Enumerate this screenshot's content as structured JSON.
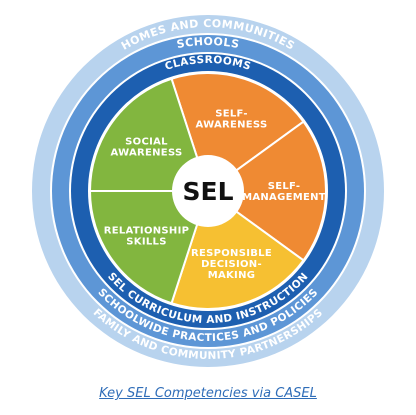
{
  "rings": {
    "homes": "HOMES AND COMMUNITIES",
    "schools": "SCHOOLS",
    "classrooms": "CLASSROOMS",
    "curriculum": "SEL CURRICULUM AND INSTRUCTION",
    "schoolwide": "SCHOOLWIDE PRACTICES AND POLICIES",
    "family": "FAMILY AND COMMUNITY PARTNERSHIPS"
  },
  "competencies": [
    {
      "lines": [
        "SELF-",
        "AWARENESS"
      ],
      "color": "#ef8a33"
    },
    {
      "lines": [
        "SELF-",
        "MANAGEMENT"
      ],
      "color": "#ef8a33"
    },
    {
      "lines": [
        "RESPONSIBLE",
        "DECISION-",
        "MAKING"
      ],
      "color": "#f6c032"
    },
    {
      "lines": [
        "RELATIONSHIP",
        "SKILLS"
      ],
      "color": "#82b63f"
    },
    {
      "lines": [
        "SOCIAL",
        "AWARENESS"
      ],
      "color": "#82b63f"
    }
  ],
  "center": {
    "label": "SEL"
  },
  "caption": "Key SEL Competencies via CASEL",
  "colors": {
    "outer_ring": "#b8d3ee",
    "middle_ring": "#5d96d6",
    "inner_ring": "#1d5fb0",
    "hub": "#ffffff"
  }
}
